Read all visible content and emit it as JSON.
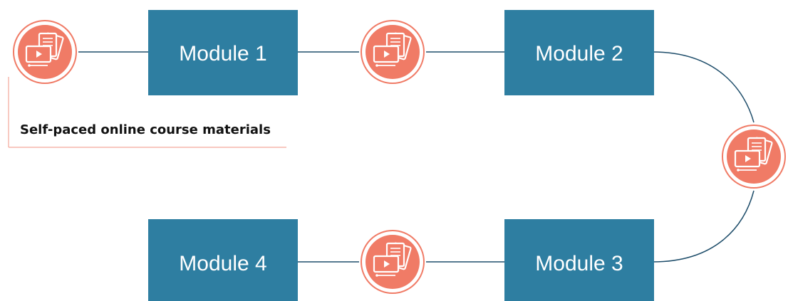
{
  "caption": "Self-paced online course materials",
  "modules": [
    {
      "label": "Module 1"
    },
    {
      "label": "Module 2"
    },
    {
      "label": "Module 3"
    },
    {
      "label": "Module 4"
    }
  ],
  "materials_icon": "course-materials-icon",
  "colors": {
    "module_fill": "#2e7ea1",
    "icon_fill": "#f07b66",
    "connector": "#1f4e6b",
    "caption_rule": "#f3a69a"
  }
}
